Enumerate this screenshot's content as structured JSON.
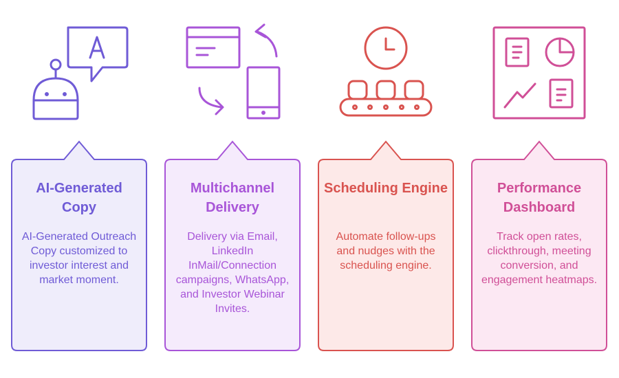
{
  "colors": {
    "card1": "#6f5bd6",
    "card2": "#a855d8",
    "card3": "#d9534f",
    "card4": "#d04f97"
  },
  "cards": [
    {
      "icon": "robot-chat-icon",
      "title": "AI-Generated Copy",
      "text": "AI-Generated Outreach Copy customized to investor interest and market moment."
    },
    {
      "icon": "multichannel-devices-icon",
      "title": "Multichannel Delivery",
      "text": "Delivery via Email, LinkedIn InMail/Connection campaigns, WhatsApp, and Investor Webinar Invites."
    },
    {
      "icon": "clock-conveyor-icon",
      "title": "Scheduling Engine",
      "text": "Automate follow-ups and nudges with the scheduling engine."
    },
    {
      "icon": "dashboard-icon",
      "title": "Performance Dashboard",
      "text": "Track open rates, clickthrough, meeting conversion, and engagement heatmaps."
    }
  ]
}
